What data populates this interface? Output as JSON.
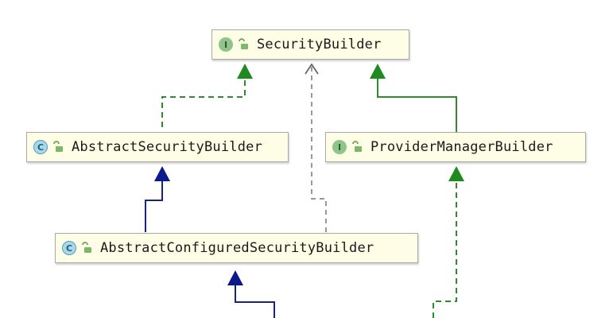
{
  "nodes": {
    "security_builder": {
      "name": "SecurityBuilder",
      "kind_badge": "I"
    },
    "abstract_security_builder": {
      "name": "AbstractSecurityBuilder",
      "kind_badge": "C"
    },
    "provider_manager_builder": {
      "name": "ProviderManagerBuilder",
      "kind_badge": "I"
    },
    "abstract_configured_security_builder": {
      "name": "AbstractConfiguredSecurityBuilder",
      "kind_badge": "C"
    }
  },
  "colors": {
    "node_fill": "#fefee6",
    "node_border": "#a9a9a9",
    "interface_badge": "#8fc48b",
    "class_badge": "#a9d8ea",
    "implements_line": "#2e8b2e",
    "extends_line": "#1a237e",
    "dependency_line": "#777777"
  }
}
